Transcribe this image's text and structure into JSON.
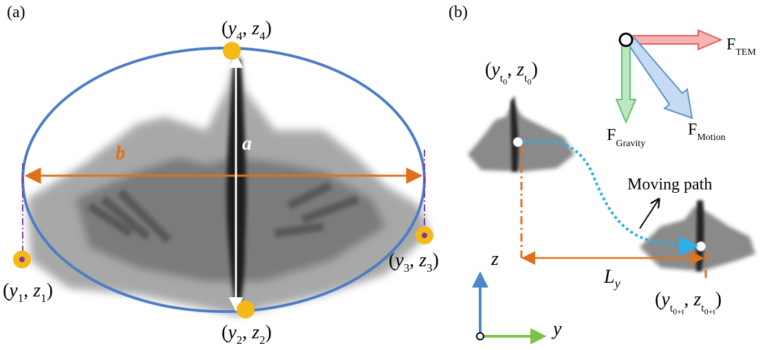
{
  "panels": {
    "a": {
      "label": "(a)"
    },
    "b": {
      "label": "(b)"
    }
  },
  "panel_a": {
    "axis_a_label": "a",
    "axis_b_label": "b",
    "points": [
      {
        "name": "y",
        "sub": "1",
        "name2": "z",
        "sub2": "1"
      },
      {
        "name": "y",
        "sub": "2",
        "name2": "z",
        "sub2": "2"
      },
      {
        "name": "y",
        "sub": "3",
        "name2": "z",
        "sub2": "3"
      },
      {
        "name": "y",
        "sub": "4",
        "name2": "z",
        "sub2": "4"
      }
    ]
  },
  "panel_b": {
    "start_point": {
      "y": "y",
      "y_sub": "t",
      "y_subsub": "0",
      "z": "z",
      "z_sub": "t",
      "z_subsub": "0"
    },
    "end_point": {
      "y": "y",
      "y_sub": "t",
      "y_subsub": "0+t",
      "z": "z",
      "z_sub": "t",
      "z_subsub": "0+t"
    },
    "moving_path_label": "Moving path",
    "distance_label": "L",
    "distance_sub": "y",
    "axis_z": "z",
    "axis_y": "y",
    "forces": {
      "tem": {
        "F": "F",
        "sub": "TEM"
      },
      "gravity": {
        "F": "F",
        "sub": "Gravity"
      },
      "motion": {
        "F": "F",
        "sub": "Motion"
      }
    }
  },
  "colors": {
    "ellipse": "#4a7cc7",
    "orange_measure": "#e0701a",
    "marker": "#f5b814",
    "purple": "#7a3aa0",
    "path": "#2ab0e8",
    "force_red": "#e85a5a",
    "force_green": "#5ec36c",
    "force_blue": "#5b8fd0",
    "axis_blue": "#4a86c8",
    "axis_green": "#7dc34a"
  }
}
